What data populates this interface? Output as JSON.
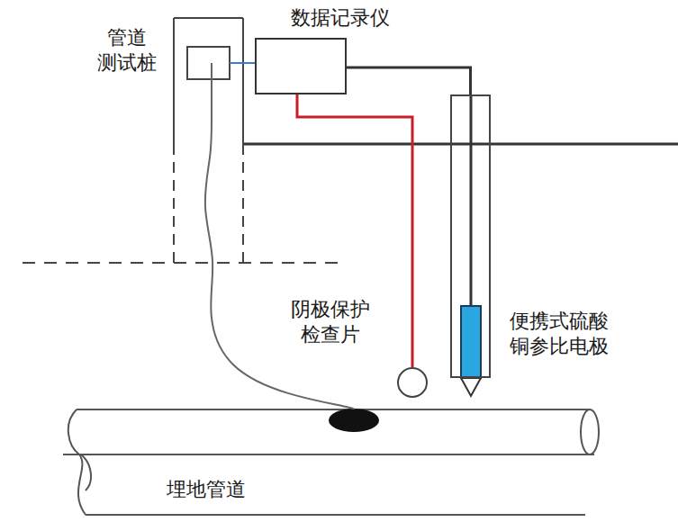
{
  "diagram": {
    "nodes": [
      {
        "text": [
          "管道 测试桩"
        ]
      },
      {
        "text": [
          "数据记录仪"
        ]
      },
      {
        "text": [
          "阴极保护 检查片"
        ]
      },
      {
        "text": [
          "便携式硫酸 铜参比电极"
        ]
      },
      {
        "text": [
          "埋地管道"
        ]
      }
    ],
    "edges": [
      {
        "from": 1,
        "to": 0,
        "arrow": "none"
      },
      {
        "from": 1,
        "to": 2,
        "arrow": "none"
      },
      {
        "from": 1,
        "to": 3,
        "arrow": "none"
      },
      {
        "from": 0,
        "to": 4,
        "arrow": "none"
      }
    ]
  }
}
